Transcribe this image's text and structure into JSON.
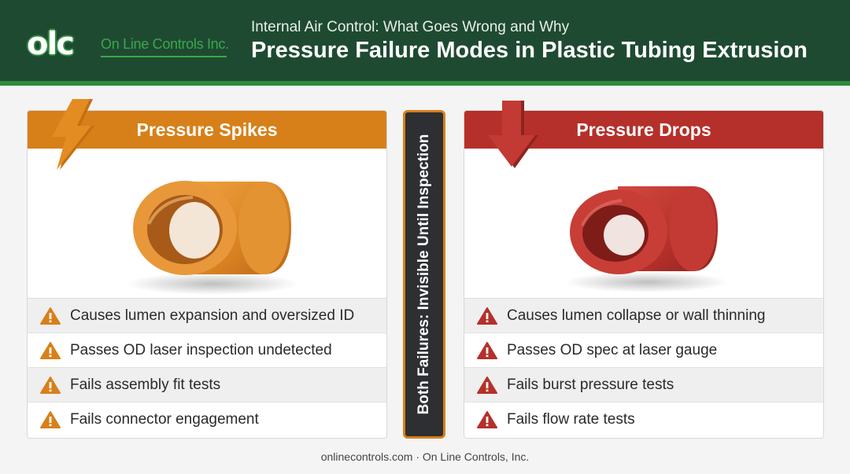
{
  "header": {
    "logo_mark": "olc",
    "logo_text": "On Line Controls Inc.",
    "subtitle": "Internal Air Control: What Goes Wrong and Why",
    "title": "Pressure Failure Modes in Plastic Tubing Extrusion"
  },
  "left_panel": {
    "title": "Pressure Spikes",
    "accent_color": "#d7801a",
    "icon": "lightning-bolt-icon",
    "rows": [
      "Causes lumen expansion and oversized ID",
      "Passes OD laser inspection undetected",
      "Fails assembly fit tests",
      "Fails connector engagement"
    ]
  },
  "center": {
    "label": "Both Failures: Invisible Until Inspection"
  },
  "right_panel": {
    "title": "Pressure Drops",
    "accent_color": "#b5302a",
    "icon": "down-arrow-icon",
    "rows": [
      "Causes lumen collapse or wall thinning",
      "Passes OD spec at laser gauge",
      "Fails burst pressure tests",
      "Fails flow rate tests"
    ]
  },
  "footer": {
    "text": "onlinecontrols.com · On Line Controls, Inc."
  }
}
